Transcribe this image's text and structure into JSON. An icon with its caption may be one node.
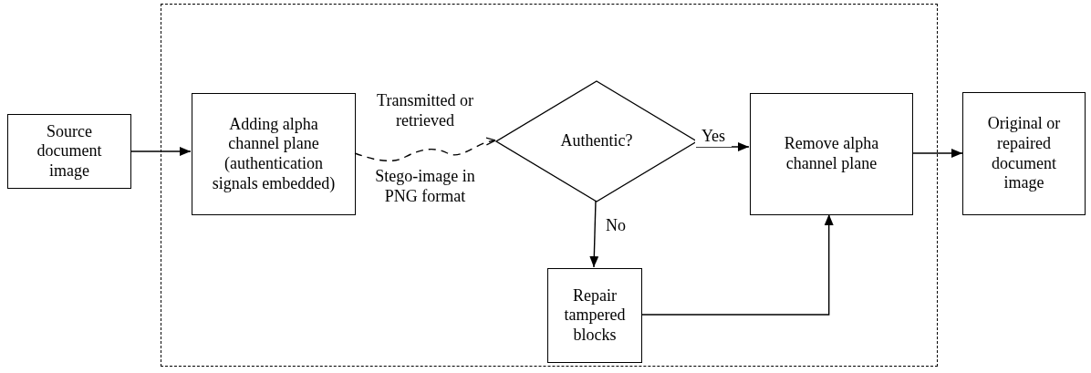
{
  "diagram": {
    "nodes": [
      {
        "text": [
          "Source document image"
        ]
      },
      {
        "text": [],
        "shape": "box"
      },
      {
        "text": [
          "Adding alpha channel plane (authentication signals embedded)"
        ],
        "in": 1
      },
      {
        "text": [
          "Authentic?"
        ],
        "in": 1
      },
      {
        "text": [
          "Remove alpha channel plane"
        ],
        "in": 1
      },
      {
        "text": [
          "Repair tampered blocks"
        ],
        "in": 1
      },
      {
        "text": [
          "Original or repaired document image"
        ]
      }
    ],
    "edges": [
      {
        "from": 0,
        "to": 2,
        "arrow": "to"
      },
      {
        "from": 2,
        "to": 3,
        "arrow": "to",
        "style": "dashed",
        "label": "Transmitted or retrieved"
      },
      {
        "from": 3,
        "to": 4,
        "arrow": "to",
        "label": "Yes"
      },
      {
        "from": 3,
        "to": 5,
        "arrow": "to",
        "label": "No"
      },
      {
        "from": 5,
        "to": 4,
        "arrow": "to"
      },
      {
        "from": 4,
        "to": 6,
        "arrow": "to"
      }
    ],
    "labels": [
      "Stego-image in PNG format"
    ]
  }
}
